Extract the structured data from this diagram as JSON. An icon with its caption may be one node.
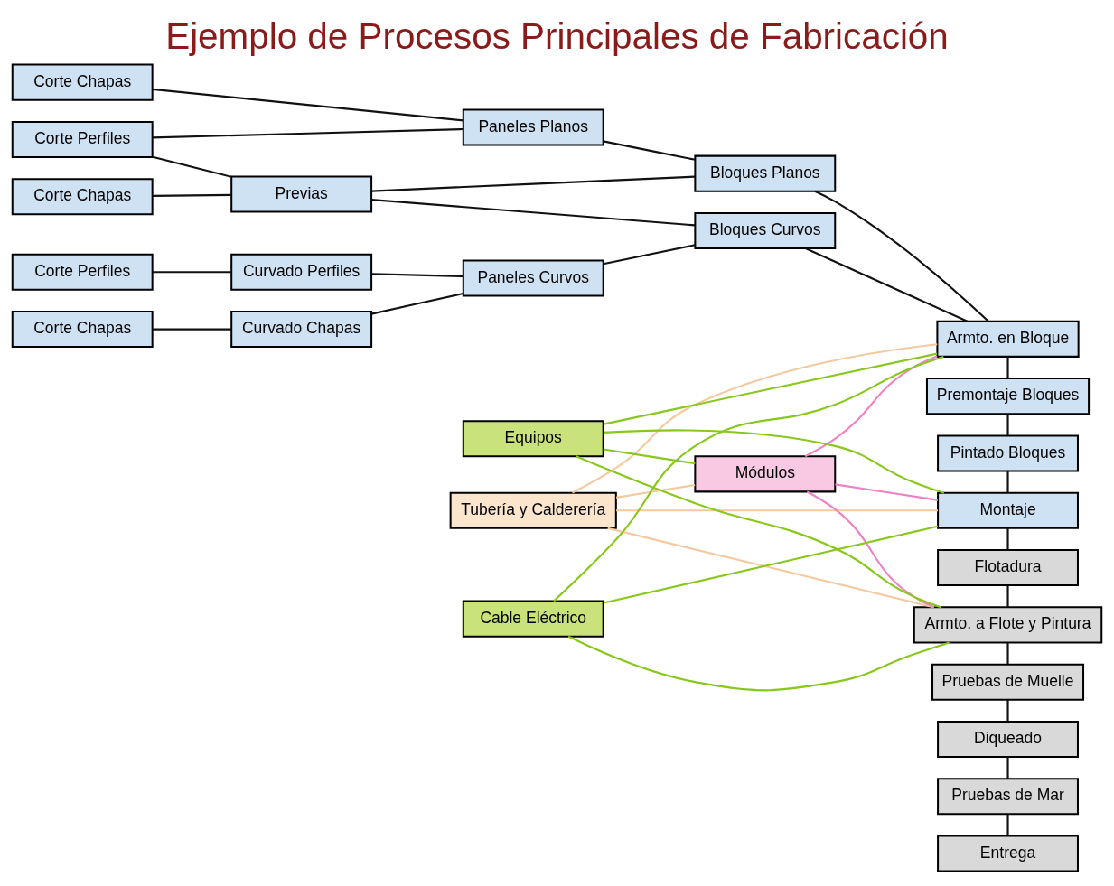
{
  "diagram": {
    "title": "Ejemplo de Procesos Principales de Fabricación",
    "nodes": [
      {
        "text": [
          "Corte Chapas"
        ]
      },
      {
        "text": [
          "Paneles Planos"
        ]
      },
      {
        "text": [
          "Bloques Planos"
        ]
      },
      {
        "text": [
          "Armto. en Bloque"
        ]
      },
      {
        "text": [
          "Corte Perfiles"
        ]
      },
      {
        "text": [
          "Premontaje Bloques"
        ]
      },
      {
        "text": [
          "Corte Chapas"
        ]
      },
      {
        "text": [
          "Previas"
        ]
      },
      {
        "text": [
          "Pintado Bloques"
        ]
      },
      {
        "text": [
          "Corte Chapas"
        ]
      },
      {
        "text": [
          "Curvado Chapas"
        ]
      },
      {
        "text": [
          "Paneles Curvos"
        ]
      },
      {
        "text": [
          "Bloques Curvos"
        ]
      },
      {
        "text": [
          "Montaje"
        ]
      },
      {
        "text": [
          "Corte Perfiles"
        ]
      },
      {
        "text": [
          "Curvado Perfiles"
        ]
      },
      {
        "text": [
          "Flotadura"
        ]
      },
      {
        "text": [
          "Tubería y Calderería"
        ]
      },
      {
        "text": [
          "Armto. a Flote y Pintura"
        ]
      },
      {
        "text": [
          "Módulos"
        ]
      },
      {
        "text": [
          "Pruebas de Muelle"
        ]
      },
      {
        "text": [
          "Equipos"
        ]
      },
      {
        "text": [
          "Diqueado"
        ]
      },
      {
        "text": [
          "Cable Eléctrico"
        ]
      },
      {
        "text": [
          "Pruebas de Mar"
        ]
      },
      {
        "text": [
          "Entrega"
        ]
      }
    ],
    "edges": [
      {
        "from": 0,
        "to": 1,
        "arrow": "none"
      },
      {
        "from": 4,
        "to": 1,
        "arrow": "none"
      },
      {
        "from": 4,
        "to": 7,
        "arrow": "none"
      },
      {
        "from": 6,
        "to": 7,
        "arrow": "none"
      },
      {
        "from": 1,
        "to": 2,
        "arrow": "none"
      },
      {
        "from": 7,
        "to": 2,
        "arrow": "none"
      },
      {
        "from": 7,
        "to": 12,
        "arrow": "none"
      },
      {
        "from": 9,
        "to": 10,
        "arrow": "none"
      },
      {
        "from": 10,
        "to": 11,
        "arrow": "none"
      },
      {
        "from": 14,
        "to": 15,
        "arrow": "none"
      },
      {
        "from": 15,
        "to": 11,
        "arrow": "none"
      },
      {
        "from": 11,
        "to": 12,
        "arrow": "none"
      },
      {
        "from": 2,
        "to": 3,
        "arrow": "none"
      },
      {
        "from": 12,
        "to": 3,
        "arrow": "none"
      },
      {
        "from": 3,
        "to": 5,
        "arrow": "none"
      },
      {
        "from": 5,
        "to": 8,
        "arrow": "none"
      },
      {
        "from": 8,
        "to": 13,
        "arrow": "none"
      },
      {
        "from": 13,
        "to": 16,
        "arrow": "none"
      },
      {
        "from": 16,
        "to": 18,
        "arrow": "none"
      },
      {
        "from": 18,
        "to": 20,
        "arrow": "none"
      },
      {
        "from": 20,
        "to": 22,
        "arrow": "none"
      },
      {
        "from": 22,
        "to": 24,
        "arrow": "none"
      },
      {
        "from": 24,
        "to": 25,
        "arrow": "none"
      },
      {
        "from": 17,
        "to": 3,
        "arrow": "none",
        "color": "#f5c9a0"
      },
      {
        "from": 17,
        "to": 13,
        "arrow": "none",
        "color": "#f5c9a0"
      },
      {
        "from": 17,
        "to": 18,
        "arrow": "none",
        "color": "#f5c9a0"
      },
      {
        "from": 17,
        "to": 19,
        "arrow": "none",
        "color": "#f5c9a0"
      },
      {
        "from": 19,
        "to": 3,
        "arrow": "none",
        "color": "#ee82c4"
      },
      {
        "from": 19,
        "to": 13,
        "arrow": "none",
        "color": "#ee82c4"
      },
      {
        "from": 19,
        "to": 18,
        "arrow": "none",
        "color": "#ee82c4"
      },
      {
        "from": 21,
        "to": 19,
        "arrow": "none",
        "color": "#88c81c"
      },
      {
        "from": 21,
        "to": 3,
        "arrow": "none",
        "color": "#88c81c"
      },
      {
        "from": 21,
        "to": 13,
        "arrow": "none",
        "color": "#88c81c"
      },
      {
        "from": 21,
        "to": 18,
        "arrow": "none",
        "color": "#88c81c"
      },
      {
        "from": 23,
        "to": 3,
        "arrow": "none",
        "color": "#88c81c"
      },
      {
        "from": 23,
        "to": 13,
        "arrow": "none",
        "color": "#88c81c"
      },
      {
        "from": 23,
        "to": 18,
        "arrow": "none",
        "color": "#88c81c"
      }
    ]
  }
}
